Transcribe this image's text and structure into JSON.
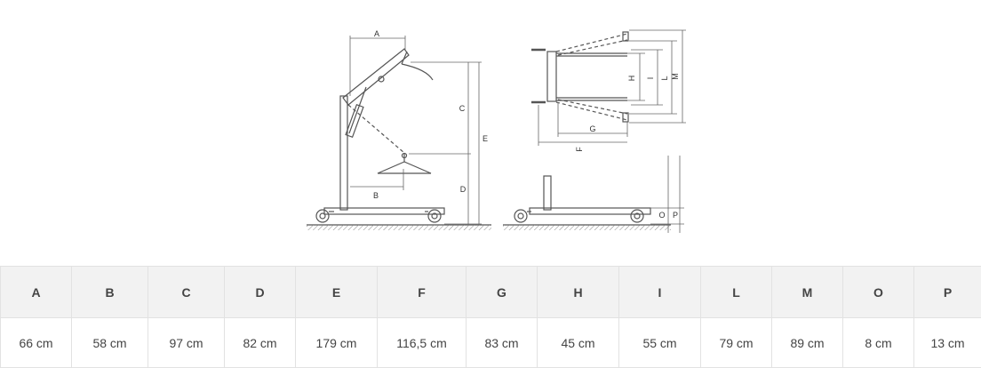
{
  "diagram": {
    "side_labels": [
      "A",
      "B",
      "C",
      "D",
      "E"
    ],
    "top_labels": [
      "H",
      "I",
      "L",
      "M",
      "G",
      "F"
    ],
    "front_labels": [
      "O",
      "P"
    ]
  },
  "dimensions": {
    "headers": [
      "A",
      "B",
      "C",
      "D",
      "E",
      "F",
      "G",
      "H",
      "I",
      "L",
      "M",
      "O",
      "P"
    ],
    "values": [
      "66 cm",
      "58 cm",
      "97 cm",
      "82 cm",
      "179 cm",
      "116,5 cm",
      "83 cm",
      "45 cm",
      "55 cm",
      "79 cm",
      "89 cm",
      "8 cm",
      "13 cm"
    ]
  }
}
